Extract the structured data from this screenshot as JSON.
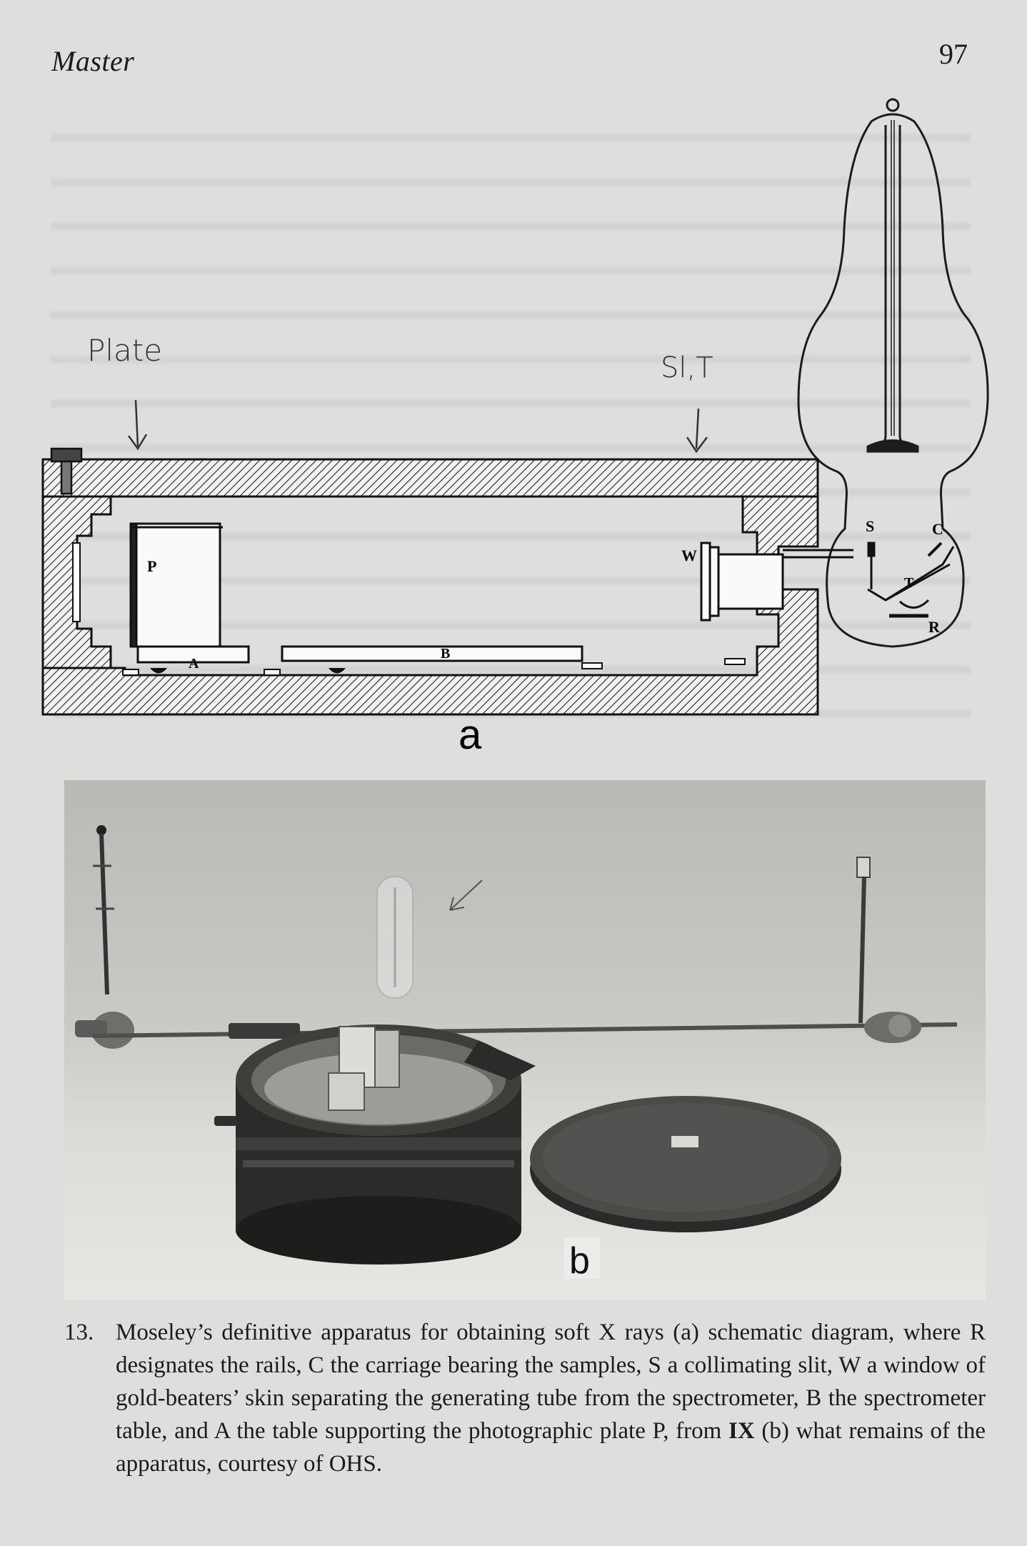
{
  "header": {
    "running_head": "Master",
    "page_number": "97"
  },
  "figure": {
    "panel_a": {
      "letter": "a",
      "handwritten_notes": [
        "Plate",
        "Sl,T"
      ],
      "labels": [
        "P",
        "A",
        "B",
        "W",
        "S",
        "C",
        "T",
        "R"
      ]
    },
    "panel_b": {
      "letter": "b"
    }
  },
  "caption": {
    "number": "13.",
    "text_before_ref": "Moseley’s definitive apparatus for obtaining soft X rays (a) schematic diagram, where R designates the rails, C the carriage bearing the samples, S a collimating slit, W a window of gold-beaters’ skin separating the generating tube from the spectrometer, B the spectrometer table, and A the table supporting the photographic plate P, from ",
    "ref": "IX",
    "text_after_ref": " (b) what remains of the apparatus, courtesy of OHS."
  }
}
